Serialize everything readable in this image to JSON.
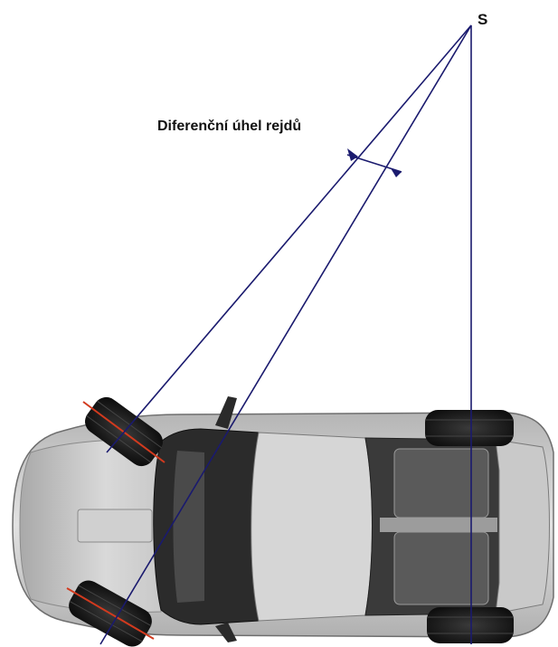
{
  "labels": {
    "point": "S",
    "angle": "Diferenční úhel rejdů"
  },
  "colors": {
    "lines": "#1a1a6e",
    "wheel_axis": "#d23a1e",
    "tire": "#1b1b1b",
    "body": "#c4c4c4",
    "glass": "#2a2a2a",
    "background": "#ffffff"
  },
  "icons": {
    "car": "car-top-view"
  }
}
